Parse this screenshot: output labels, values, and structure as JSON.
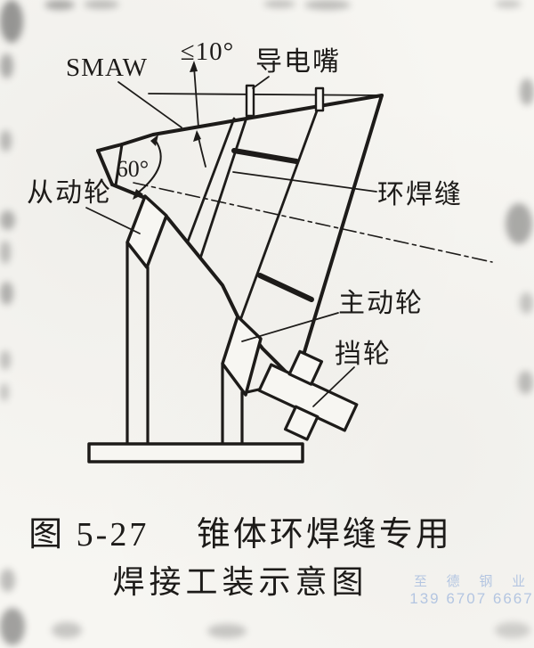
{
  "diagram": {
    "annotations": {
      "smaw": "SMAW",
      "electrode_angle": "≤10°",
      "cone_angle": "60°",
      "contact_tip": "导电嘴",
      "ring_weld": "环焊缝",
      "driven_wheel": "从动轮",
      "driving_wheel": "主动轮",
      "stop_wheel": "挡轮"
    },
    "caption": {
      "line1": "图 5-27　 锥体环焊缝专用",
      "line2": "焊接工装示意图"
    },
    "watermark": {
      "company": "至 德 钢 业",
      "phone": "139 6707 6667"
    },
    "colors": {
      "ink": "#1d1b19",
      "paper": "#f7f6f2",
      "watermark": "#a9bedf"
    }
  }
}
